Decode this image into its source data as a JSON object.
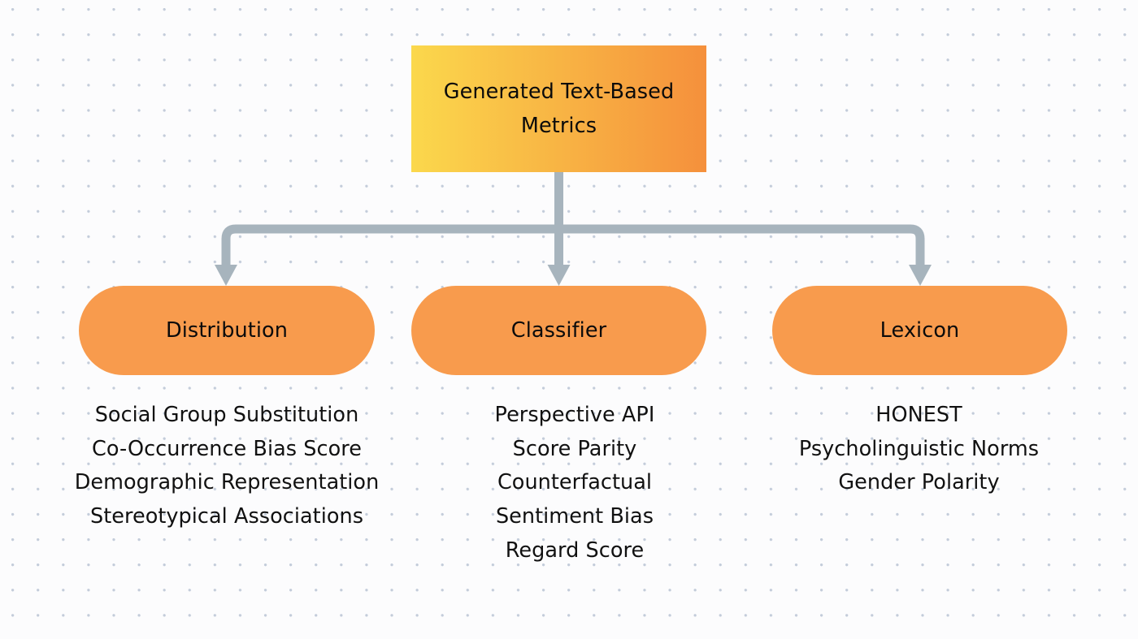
{
  "theme": {
    "background": "#fcfcfd",
    "dot_color": "#c3ccda",
    "gradient_start": "#fbd84c",
    "gradient_end": "#f5903c",
    "pill_fill": "#f89b4d",
    "connector_color": "#a7b4bd",
    "text_color": "#0b0b0b"
  },
  "diagram": {
    "type": "tree",
    "root": {
      "label": "Generated Text-Based\nMetrics",
      "shape": "rectangle-gradient"
    },
    "branches": [
      {
        "id": "distribution",
        "label": "Distribution",
        "shape": "pill",
        "items": [
          "Social Group Substitution",
          "Co-Occurrence Bias Score",
          "Demographic Representation",
          "Stereotypical Associations"
        ]
      },
      {
        "id": "classifier",
        "label": "Classifier",
        "shape": "pill",
        "items": [
          "Perspective API",
          "Score Parity",
          "Counterfactual",
          "Sentiment Bias",
          "Regard Score"
        ]
      },
      {
        "id": "lexicon",
        "label": "Lexicon",
        "shape": "pill",
        "items": [
          "HONEST",
          "Psycholinguistic Norms",
          "Gender Polarity"
        ]
      }
    ]
  }
}
